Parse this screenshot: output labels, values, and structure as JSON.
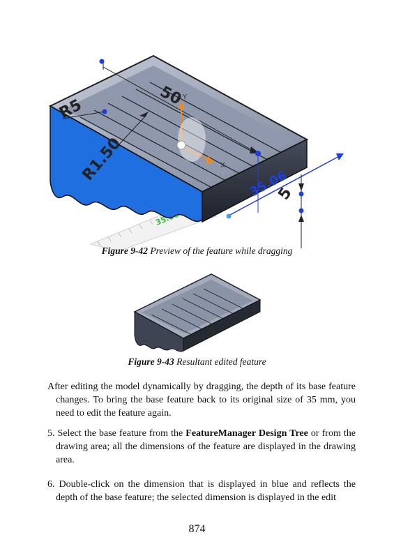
{
  "figure1": {
    "caption_label": "Figure 9-42",
    "caption_text": "Preview of the feature while dragging",
    "dimensions": {
      "radius_top": "R5",
      "length": "50",
      "radius_side": "R1.50",
      "width_live": "35.06",
      "depth": "5",
      "ruler_reading": "35.06"
    },
    "axes": {
      "x": "X",
      "y": "Y"
    },
    "colors": {
      "tray_top": "#9aa3b8",
      "tray_wall": "#2f3441",
      "highlight": "#1f6fe0",
      "dim_blue": "#1d3fe0",
      "axis_orange": "#f08a20",
      "ruler_green": "#3ec23e"
    }
  },
  "figure2": {
    "caption_label": "Figure 9-43",
    "caption_text": "Resultant edited feature"
  },
  "paragraphs": {
    "p1": "After editing the model dynamically by dragging, the depth of its base feature changes. To bring the base feature back to its original size of 35 mm, you need to edit the feature again.",
    "p2_before": "5. Select the base feature from the ",
    "p2_bold": "FeatureManager Design Tree",
    "p2_after": " or from the drawing area; all the dimensions of the feature are displayed in the drawing area.",
    "p3": "6. Double-click on the dimension that is displayed in blue and reflects the depth of the base feature; the selected dimension is displayed in the edit"
  },
  "page_number": "874"
}
